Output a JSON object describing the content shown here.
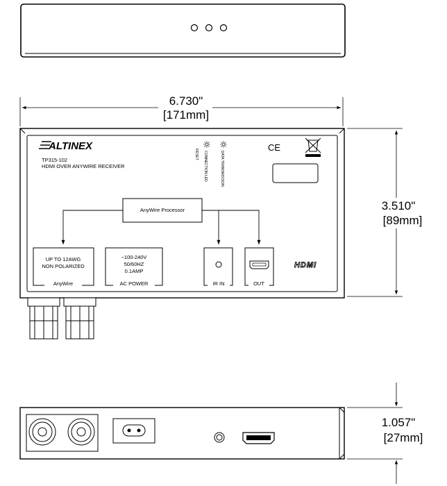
{
  "top_view": {},
  "front_view": {
    "brand": "ALTINEX",
    "model": "TP315-102",
    "description": "HDMI OVER ANYWIRE RECEIVER",
    "reset_label": "RESET",
    "led_connection": "CONNECTION LED",
    "led_data": "DATA TRANSMISSION",
    "ce_mark": "CE",
    "processor_label": "AnyWire Processor",
    "anywire_spec_line1": "UP TO 12AWG",
    "anywire_spec_line2": "NON POLARIZED",
    "anywire_label": "AnyWire",
    "ac_spec_line1": "~100-240V",
    "ac_spec_line2": "50/60HZ",
    "ac_spec_line3": "0.1AMP",
    "ac_label": "AC POWER",
    "irin_label": "IR IN",
    "out_label": "OUT",
    "hdmi_logo": "HDMI"
  },
  "dimensions": {
    "width_in": "6.730\"",
    "width_mm": "[171mm]",
    "height_in": "3.510\"",
    "height_mm": "[89mm]",
    "depth_in": "1.057\"",
    "depth_mm": "[27mm]"
  },
  "colors": {
    "line": "#000000",
    "background": "#ffffff"
  }
}
